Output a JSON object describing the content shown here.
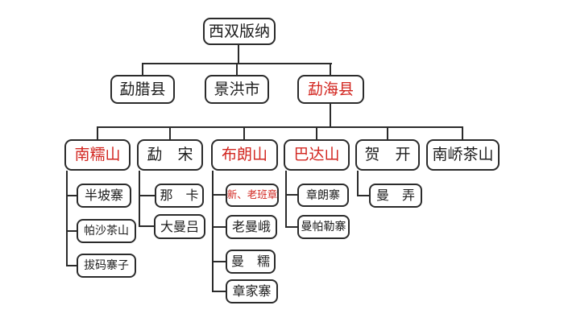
{
  "diagram_type": "org-tree",
  "colors": {
    "highlight_red": "#d2251f",
    "text_black": "#1d1d1d",
    "line": "#2b2b2b",
    "background": "#ffffff"
  },
  "tree": {
    "root": {
      "label": "西双版纳",
      "children": [
        {
          "label": "勐腊县"
        },
        {
          "label": "景洪市"
        },
        {
          "label": "勐海县",
          "highlighted": true,
          "children": [
            {
              "label": "南糯山",
              "highlighted": true,
              "children": [
                {
                  "label": "半坡寨"
                },
                {
                  "label": "帕沙茶山"
                },
                {
                  "label": "拔码寨子"
                }
              ]
            },
            {
              "label": "勐　宋",
              "children": [
                {
                  "label": "那　卡"
                },
                {
                  "label": "大曼吕"
                }
              ]
            },
            {
              "label": "布朗山",
              "highlighted": true,
              "children": [
                {
                  "label": "新、老班章",
                  "highlighted": true
                },
                {
                  "label": "老曼峨"
                },
                {
                  "label": "曼　糯"
                },
                {
                  "label": "章家寨"
                }
              ]
            },
            {
              "label": "巴达山",
              "highlighted": true,
              "children": [
                {
                  "label": "章朗寨"
                },
                {
                  "label": "曼帕勒寨"
                }
              ]
            },
            {
              "label": "贺　开",
              "children": [
                {
                  "label": "曼　弄"
                }
              ]
            },
            {
              "label": "南峤茶山"
            }
          ]
        }
      ]
    }
  }
}
